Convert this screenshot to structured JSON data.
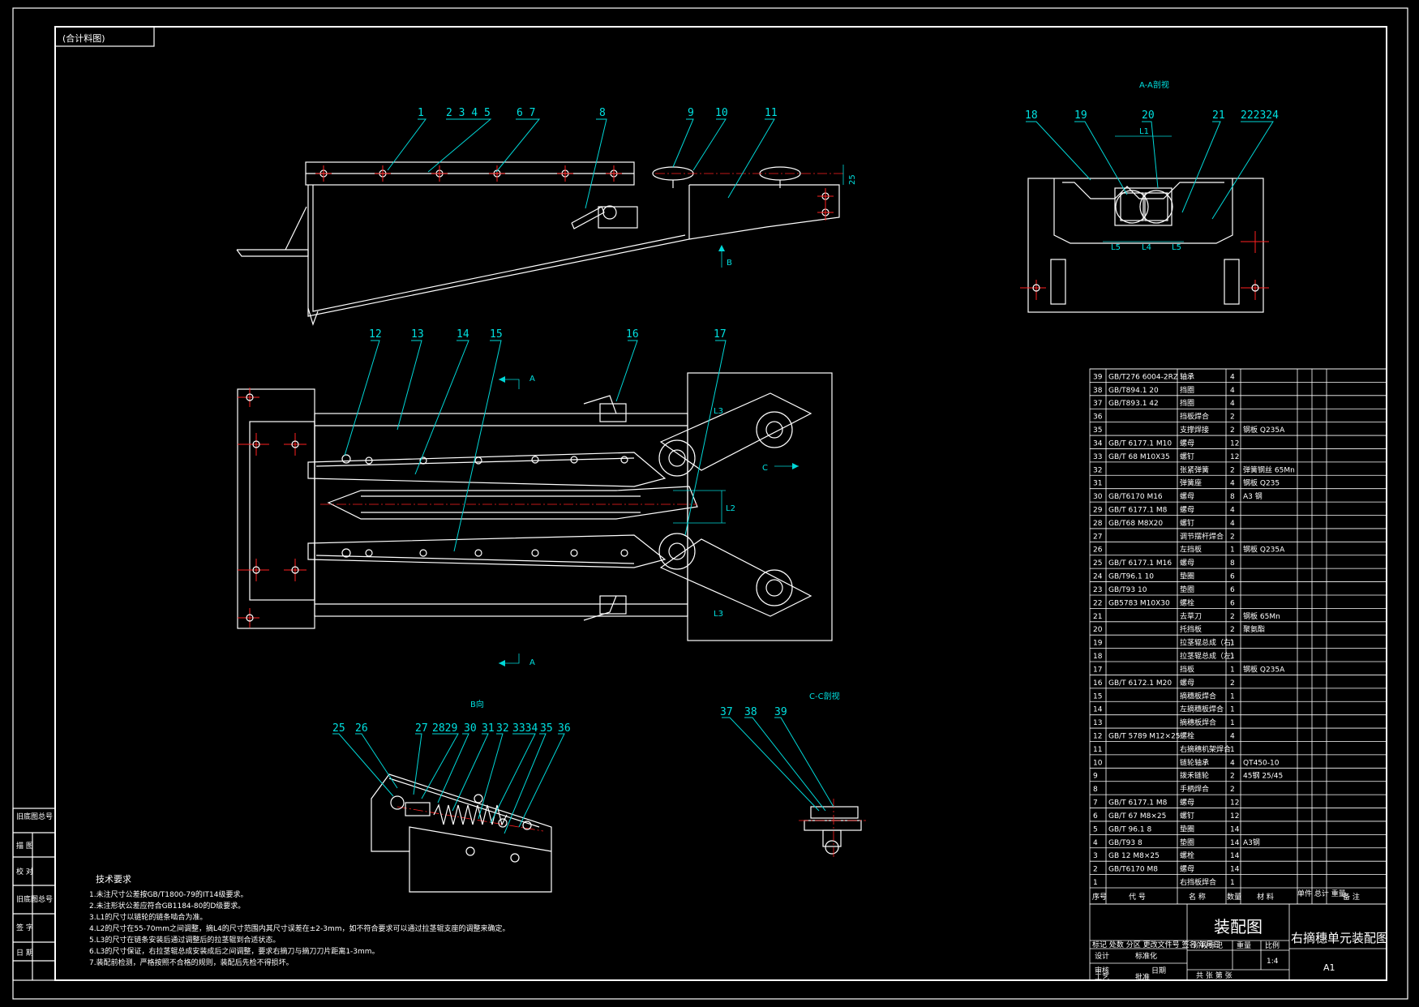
{
  "frame": {
    "corner_label": "(合计料图)",
    "side_block": [
      "旧底图总号",
      "描 图",
      "校 对",
      "旧底图总号",
      "签 字",
      "日 期"
    ]
  },
  "drawing": {
    "part_labels_top": [
      "1",
      "2 3 4 5",
      "6 7",
      "8",
      "9",
      "10",
      "11"
    ],
    "part_labels_plan": [
      "12",
      "13",
      "14",
      "15",
      "16",
      "17"
    ],
    "part_labels_side": [
      "18",
      "19",
      "20",
      "21",
      "222324"
    ],
    "part_labels_spring": [
      "25",
      "26",
      "27",
      "2829",
      "30",
      "31",
      "32",
      "3334",
      "35",
      "36"
    ],
    "part_labels_detail": [
      "37",
      "38",
      "39"
    ],
    "section_top_right": "A-A剖视",
    "section_detail": "C-C剖视",
    "view_spring": "B向",
    "arrow_a": "A",
    "arrow_b": "B",
    "arrow_c": "C",
    "dims": {
      "d25": "25",
      "L1": "L1",
      "L2": "L2",
      "L3": "L3",
      "L4": "L4",
      "L5": "L5"
    }
  },
  "tech_notes": {
    "title": "技术要求",
    "lines": [
      "1.未注尺寸公差按GB/T1800-79的IT14级要求。",
      "2.未注形状公差应符合GB1184-80的D级要求。",
      "3.L1的尺寸以链轮的链条啮合为准。",
      "4.L2的尺寸在55-70mm之间调整，摘L4的尺寸范围内其尺寸误差在±2-3mm，如不符合要求可以通过拉茎辊支座的调整来确定。",
      "5.L3的尺寸在链条安装后通过调整后的拉茎辊到合适状态。",
      "6.L3的尺寸保证，右拉茎辊总成安装成后之间调整，要求右摘刀与摘刀刀片距离1-3mm。",
      "7.装配前检测，严格按照不合格的规则，装配后先检不得损坏。"
    ]
  },
  "bom": {
    "rows": [
      {
        "no": "39",
        "code": "GB/T276 6004-2RZ",
        "name": "轴承",
        "qty": "4",
        "mat": ""
      },
      {
        "no": "38",
        "code": "GB/T894.1 20",
        "name": "挡圈",
        "qty": "4",
        "mat": ""
      },
      {
        "no": "37",
        "code": "GB/T893.1 42",
        "name": "挡圈",
        "qty": "4",
        "mat": ""
      },
      {
        "no": "36",
        "code": "",
        "name": "挡板焊合",
        "qty": "2",
        "mat": ""
      },
      {
        "no": "35",
        "code": "",
        "name": "支撑焊接",
        "qty": "2",
        "mat": "钢板 Q235A"
      },
      {
        "no": "34",
        "code": "GB/T 6177.1 M10",
        "name": "螺母",
        "qty": "12",
        "mat": ""
      },
      {
        "no": "33",
        "code": "GB/T 68 M10X35",
        "name": "螺钉",
        "qty": "12",
        "mat": ""
      },
      {
        "no": "32",
        "code": "",
        "name": "张紧弹簧",
        "qty": "2",
        "mat": "弹簧钢丝 65Mn"
      },
      {
        "no": "31",
        "code": "",
        "name": "弹簧座",
        "qty": "4",
        "mat": "钢板 Q235"
      },
      {
        "no": "30",
        "code": "GB/T6170 M16",
        "name": "螺母",
        "qty": "8",
        "mat": "A3 钢"
      },
      {
        "no": "29",
        "code": "GB/T 6177.1 M8",
        "name": "螺母",
        "qty": "4",
        "mat": ""
      },
      {
        "no": "28",
        "code": "GB/T68 M8X20",
        "name": "螺钉",
        "qty": "4",
        "mat": ""
      },
      {
        "no": "27",
        "code": "",
        "name": "调节摆杆焊合",
        "qty": "2",
        "mat": ""
      },
      {
        "no": "26",
        "code": "",
        "name": "左挡板",
        "qty": "1",
        "mat": "钢板 Q235A"
      },
      {
        "no": "25",
        "code": "GB/T 6177.1 M16",
        "name": "螺母",
        "qty": "8",
        "mat": ""
      },
      {
        "no": "24",
        "code": "GB/T96.1 10",
        "name": "垫圈",
        "qty": "6",
        "mat": ""
      },
      {
        "no": "23",
        "code": "GB/T93 10",
        "name": "垫圈",
        "qty": "6",
        "mat": ""
      },
      {
        "no": "22",
        "code": "GB5783 M10X30",
        "name": "螺栓",
        "qty": "6",
        "mat": ""
      },
      {
        "no": "21",
        "code": "",
        "name": "去草刀",
        "qty": "2",
        "mat": "钢板 65Mn"
      },
      {
        "no": "20",
        "code": "",
        "name": "托挡板",
        "qty": "2",
        "mat": "聚氨酯"
      },
      {
        "no": "19",
        "code": "",
        "name": "拉茎辊总成（右）",
        "qty": "1",
        "mat": ""
      },
      {
        "no": "18",
        "code": "",
        "name": "拉茎辊总成（左）",
        "qty": "1",
        "mat": ""
      },
      {
        "no": "17",
        "code": "",
        "name": "挡板",
        "qty": "1",
        "mat": "钢板 Q235A"
      },
      {
        "no": "16",
        "code": "GB/T 6172.1 M20",
        "name": "螺母",
        "qty": "2",
        "mat": ""
      },
      {
        "no": "15",
        "code": "",
        "name": "摘穗板焊合",
        "qty": "1",
        "mat": ""
      },
      {
        "no": "14",
        "code": "",
        "name": "左摘穗板焊合",
        "qty": "1",
        "mat": ""
      },
      {
        "no": "13",
        "code": "",
        "name": "摘穗板焊合",
        "qty": "1",
        "mat": ""
      },
      {
        "no": "12",
        "code": "GB/T 5789 M12×25",
        "name": "螺栓",
        "qty": "4",
        "mat": ""
      },
      {
        "no": "11",
        "code": "",
        "name": "右摘穗机架焊合",
        "qty": "1",
        "mat": ""
      },
      {
        "no": "10",
        "code": "",
        "name": "链轮轴承",
        "qty": "4",
        "mat": "QT450-10"
      },
      {
        "no": "9",
        "code": "",
        "name": "拨禾链轮",
        "qty": "2",
        "mat": "45钢 25/45"
      },
      {
        "no": "8",
        "code": "",
        "name": "手柄焊合",
        "qty": "2",
        "mat": ""
      },
      {
        "no": "7",
        "code": "GB/T 6177.1 M8",
        "name": "螺母",
        "qty": "12",
        "mat": ""
      },
      {
        "no": "6",
        "code": "GB/T 67 M8×25",
        "name": "螺钉",
        "qty": "12",
        "mat": ""
      },
      {
        "no": "5",
        "code": "GB/T 96.1 8",
        "name": "垫圈",
        "qty": "14",
        "mat": ""
      },
      {
        "no": "4",
        "code": "GB/T93 8",
        "name": "垫圈",
        "qty": "14",
        "mat": "A3钢"
      },
      {
        "no": "3",
        "code": "GB 12 M8×25",
        "name": "螺栓",
        "qty": "14",
        "mat": ""
      },
      {
        "no": "2",
        "code": "GB/T6170 M8",
        "name": "螺母",
        "qty": "14",
        "mat": ""
      },
      {
        "no": "1",
        "code": "",
        "name": "右挡板焊合",
        "qty": "1",
        "mat": ""
      }
    ],
    "header": {
      "no": "序号",
      "code": "代 号",
      "name": "名 称",
      "qty": "数量",
      "mat": "材 料",
      "weight": "单件 总计 重量",
      "note": "备 注"
    }
  },
  "title_block": {
    "drawing_type": "装配图",
    "drawing_name": "右摘穗单元装配图",
    "sheet_size": "A1",
    "scale_label": "比例",
    "scale": "1:4",
    "weight_label": "重量",
    "stage_label": "阶段标记",
    "sheet_label": "共 张 第 张",
    "designer_label": "设计",
    "std_label": "标准化",
    "check_label": "审核",
    "craft_label": "工艺",
    "approve_label": "批准",
    "date_label": "日期",
    "mark_row": "标记 处数 分区 更改文件号 签名 年月日"
  }
}
